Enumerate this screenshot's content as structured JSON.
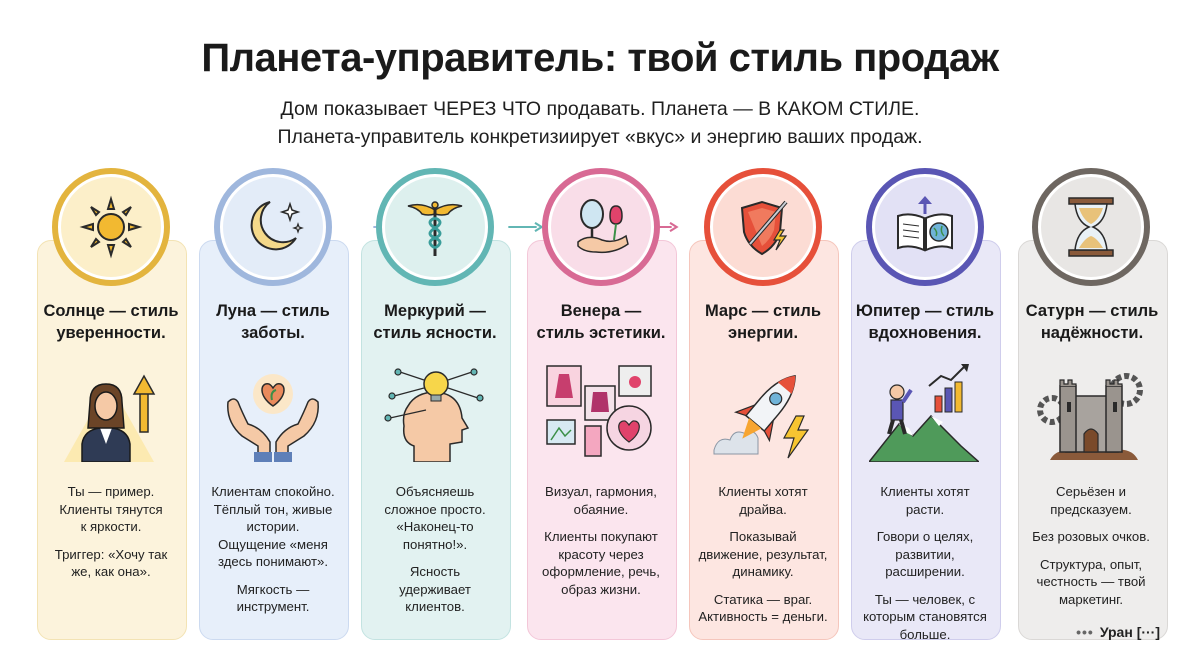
{
  "title": "Планета-управитель: твой стиль продаж",
  "subtitle_line1": "Дом показывает ЧЕРЕЗ ЧТО продавать. Планета — В КАКОМ СТИЛЕ.",
  "subtitle_line2": "Планета-управитель конкретизиирует «вкус» и энергию ваших продаж.",
  "footer": {
    "dots": "•••",
    "label": "Уран [···]"
  },
  "colors": {
    "sun": "#E3B43E",
    "moon": "#9FB7DD",
    "mercury": "#62B6B4",
    "venus": "#D86A94",
    "mars": "#E6503A",
    "jupiter": "#5A56B4",
    "saturn": "#6E6761"
  },
  "planets": [
    {
      "key": "sun",
      "icon": "sun-icon",
      "illustration": "woman-with-arrow-icon",
      "heading": [
        "Солнце — стиль",
        "уверенности."
      ],
      "desc": [
        [
          "Ты — пример.",
          "Клиенты тянутся",
          "к яркости."
        ],
        [
          "Триггер: «Хочу так",
          "же, как она»."
        ]
      ]
    },
    {
      "key": "moon",
      "icon": "moon-stars-icon",
      "illustration": "hands-heart-icon",
      "heading": [
        "Луна — стиль",
        "заботы."
      ],
      "desc": [
        [
          "Клиентам спокойно.",
          "Тёплый тон, живые",
          "истории.",
          "Ощущение «меня",
          "здесь понимают»."
        ],
        [
          "Мягкость —",
          "инструмент."
        ]
      ]
    },
    {
      "key": "mercury",
      "icon": "caduceus-icon",
      "illustration": "head-lightbulb-icon",
      "heading": [
        "Меркурий —",
        "стиль ясности."
      ],
      "desc": [
        [
          "Объясняешь",
          "сложное просто.",
          "«Наконец-то",
          "понятно!»."
        ],
        [
          "Ясность",
          "удерживает",
          "клиентов."
        ]
      ]
    },
    {
      "key": "venus",
      "icon": "mirror-rose-icon",
      "illustration": "moodboard-icon",
      "heading": [
        "Венера —",
        "стиль эстетики."
      ],
      "desc": [
        [
          "Визуал, гармония,",
          "обаяние."
        ],
        [
          "Клиенты покупают",
          "красоту через",
          "оформление, речь,",
          "образ жизни."
        ]
      ]
    },
    {
      "key": "mars",
      "icon": "shield-sword-icon",
      "illustration": "rocket-lightning-icon",
      "heading": [
        "Марс — стиль",
        "энергии."
      ],
      "desc": [
        [
          "Клиенты хотят",
          "драйва."
        ],
        [
          "Показывай",
          "движение, результат,",
          "динамику."
        ],
        [
          "Статика — враг.",
          "Активность = деньги."
        ]
      ]
    },
    {
      "key": "jupiter",
      "icon": "book-globe-icon",
      "illustration": "man-on-mountain-chart-icon",
      "heading": [
        "Юпитер — стиль",
        "вдохновения."
      ],
      "desc": [
        [
          "Клиенты хотят",
          "расти."
        ],
        [
          "Говори о целях,",
          "развитии,",
          "расширении."
        ],
        [
          "Ты — человек, с",
          "которым становятся",
          "больше."
        ]
      ]
    },
    {
      "key": "saturn",
      "icon": "hourglass-icon",
      "illustration": "castle-gears-icon",
      "heading": [
        "Сатурн — стиль",
        "надёжности."
      ],
      "desc": [
        [
          "Серьёзен и",
          "предсказуем."
        ],
        [
          "Без розовых очков."
        ],
        [
          "Структура, опыт,",
          "честность — твой",
          "маркетинг."
        ]
      ]
    }
  ]
}
